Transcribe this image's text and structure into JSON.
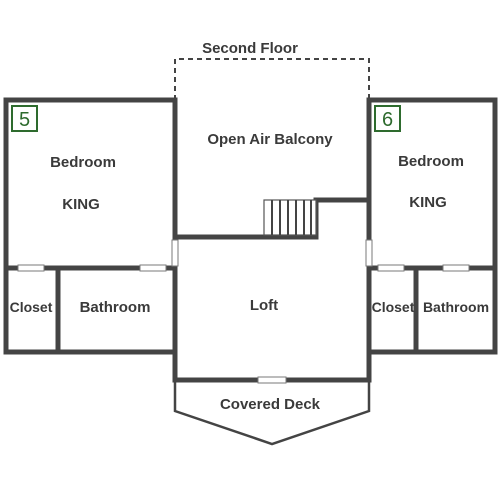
{
  "title": "Second Floor",
  "rooms": {
    "balcony": "Open Air Balcony",
    "loft": "Loft",
    "deck": "Covered Deck",
    "left_bedroom": {
      "number": "5",
      "label": "Bedroom",
      "bed": "KING",
      "closet": "Closet",
      "bathroom": "Bathroom"
    },
    "right_bedroom": {
      "number": "6",
      "label": "Bedroom",
      "bed": "KING",
      "closet": "Closet",
      "bathroom": "Bathroom"
    }
  },
  "colors": {
    "wall": "#444444",
    "badge": "#2e6b2e",
    "text": "#3a3a3a"
  }
}
